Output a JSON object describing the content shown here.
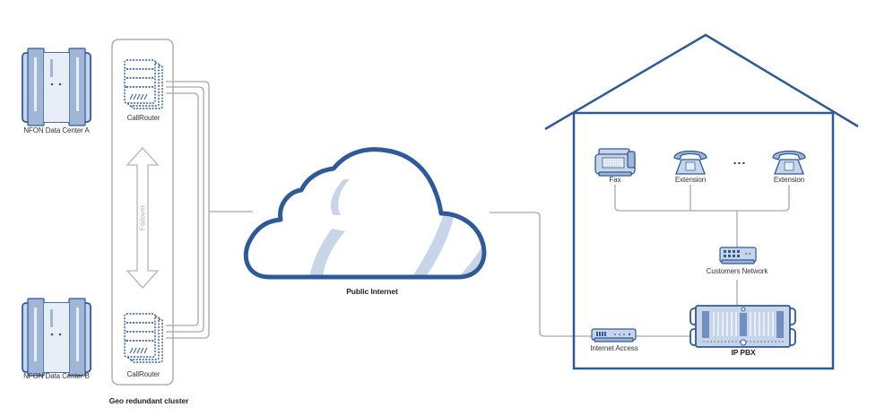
{
  "colors": {
    "primary_blue": "#2e5a98",
    "light_blue": "#c8d5e8",
    "mid_blue": "#9fb6d6",
    "line_gray": "#a8a8a8",
    "panel_gray": "#b0b0b0"
  },
  "datacenters": [
    {
      "label": "NFON Data Center A",
      "icon": "datacenter-icon"
    },
    {
      "label": "NFON Data Center B",
      "icon": "datacenter-icon"
    }
  ],
  "cluster": {
    "label": "Geo redundant cluster",
    "failover_label": "Failover",
    "routers": [
      {
        "label": "CallRouter",
        "icon": "server-stack-icon"
      },
      {
        "label": "CallRouter",
        "icon": "server-stack-icon"
      }
    ]
  },
  "cloud": {
    "label": "Public Internet",
    "icon": "cloud-icon"
  },
  "customer": {
    "devices": [
      {
        "label": "Fax",
        "icon": "fax-icon"
      },
      {
        "label": "Extension",
        "icon": "phone-icon"
      },
      {
        "label": "Extension",
        "icon": "phone-icon"
      }
    ],
    "ellipsis": "...",
    "network_label": "Customers Network",
    "internet_access_label": "Internet Access",
    "pbx_label": "IP PBX"
  }
}
